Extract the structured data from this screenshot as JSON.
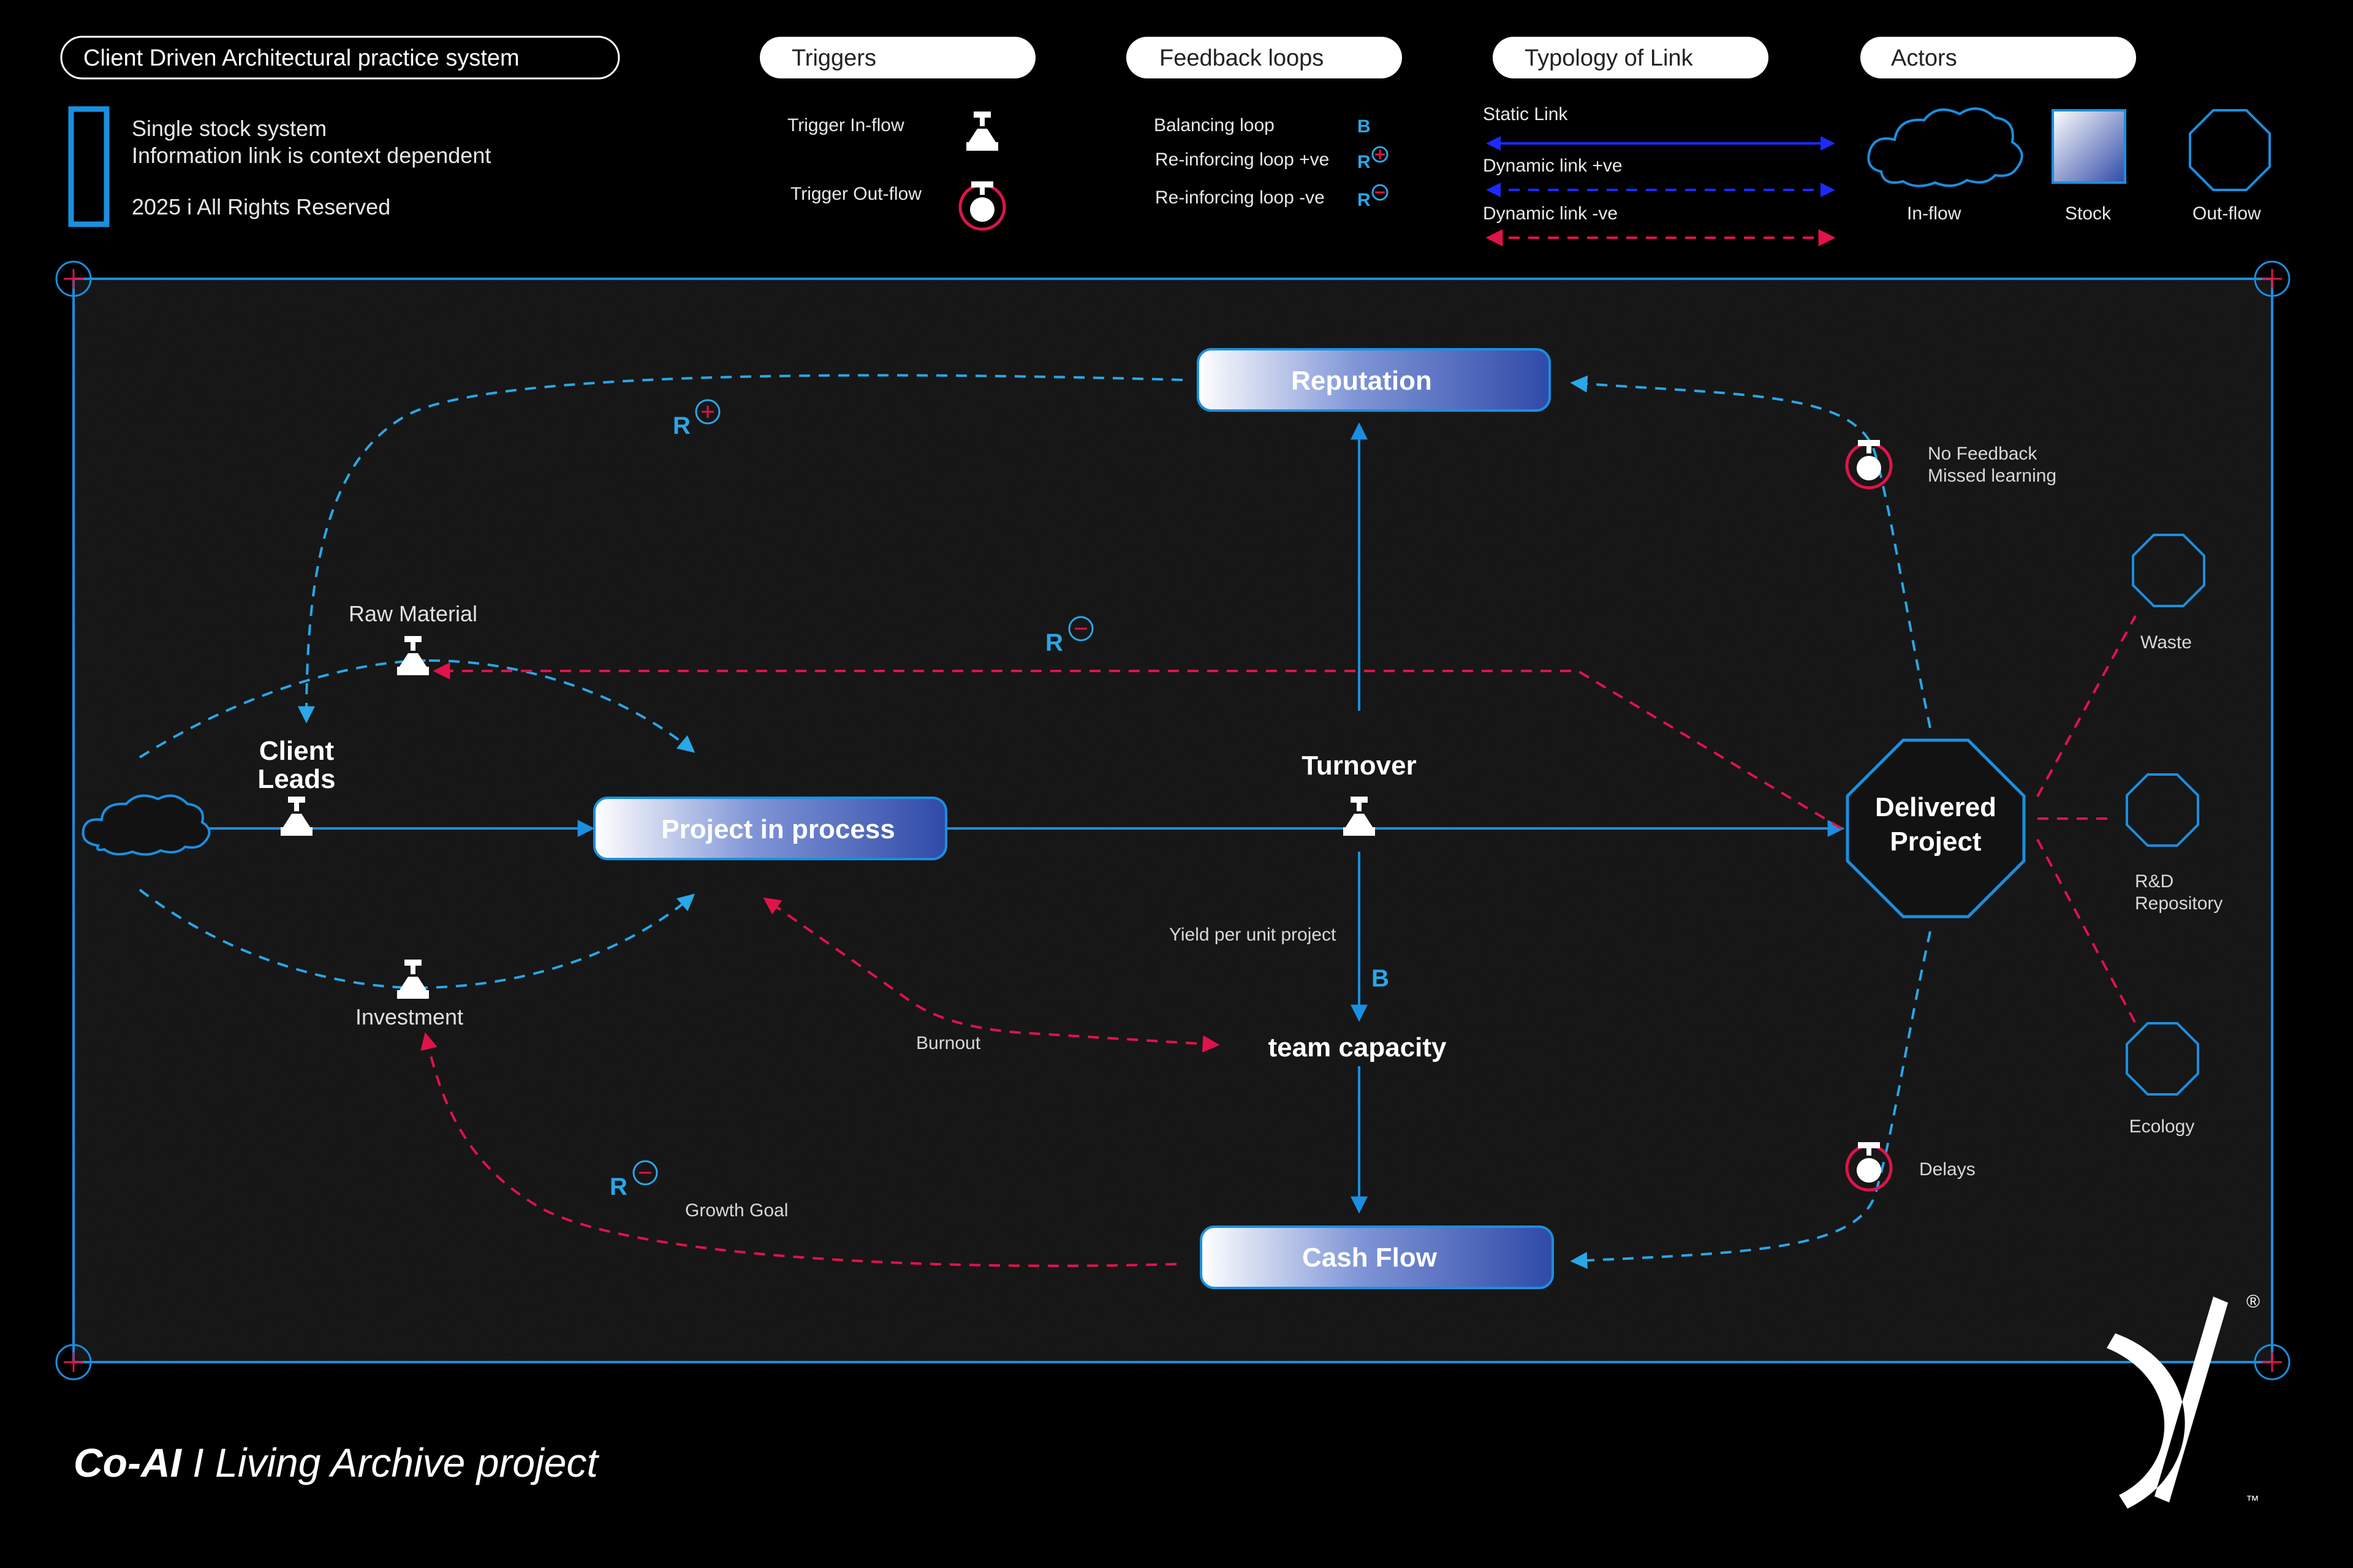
{
  "header": {
    "title": "Client Driven Architectural practice system",
    "notes": [
      "Single stock system",
      "Information link is context dependent"
    ],
    "copyright": "2025 i All Rights Reserved"
  },
  "legend": {
    "triggers": {
      "title": "Triggers",
      "inflow": "Trigger In-flow",
      "outflow": "Trigger Out-flow"
    },
    "feedback": {
      "title": "Feedback loops",
      "balancing": "Balancing loop",
      "balancing_mark": "B",
      "reinforcing_pos": "Re-inforcing loop +ve",
      "reinforcing_neg": "Re-inforcing loop -ve",
      "reinforcing_mark": "R"
    },
    "links": {
      "title": "Typology of Link",
      "static": "Static Link",
      "dynamic_pos": "Dynamic link +ve",
      "dynamic_neg": "Dynamic link -ve"
    },
    "actors": {
      "title": "Actors",
      "inflow": "In-flow",
      "stock": "Stock",
      "outflow": "Out-flow"
    }
  },
  "diagram": {
    "stocks": {
      "reputation": "Reputation",
      "project_in_process": "Project in process",
      "cash_flow": "Cash Flow"
    },
    "delivered": [
      "Delivered",
      "Project"
    ],
    "client_leads": [
      "Client",
      "Leads"
    ],
    "turnover": "Turnover",
    "team_capacity": "team capacity",
    "raw_material": "Raw Material",
    "investment": "Investment",
    "yield": "Yield per unit project",
    "burnout": "Burnout",
    "growth_goal": "Growth Goal",
    "no_feedback": [
      "No Feedback",
      "Missed learning"
    ],
    "delays": "Delays",
    "outflows": {
      "waste": "Waste",
      "rnd": [
        "R&D",
        "Repository"
      ],
      "ecology": "Ecology"
    },
    "loop_marks": {
      "r": "R",
      "b": "B"
    }
  },
  "footer": {
    "brand": "Co-AI",
    "separator": " I ",
    "project": "Living Archive project",
    "registered": "®",
    "trademark": "™"
  },
  "colors": {
    "static": "#1a8fe0",
    "dynamic_pos": "#2aa7e6",
    "dynamic_neg": "#e0134a",
    "legend_static": "#1a2bff"
  }
}
